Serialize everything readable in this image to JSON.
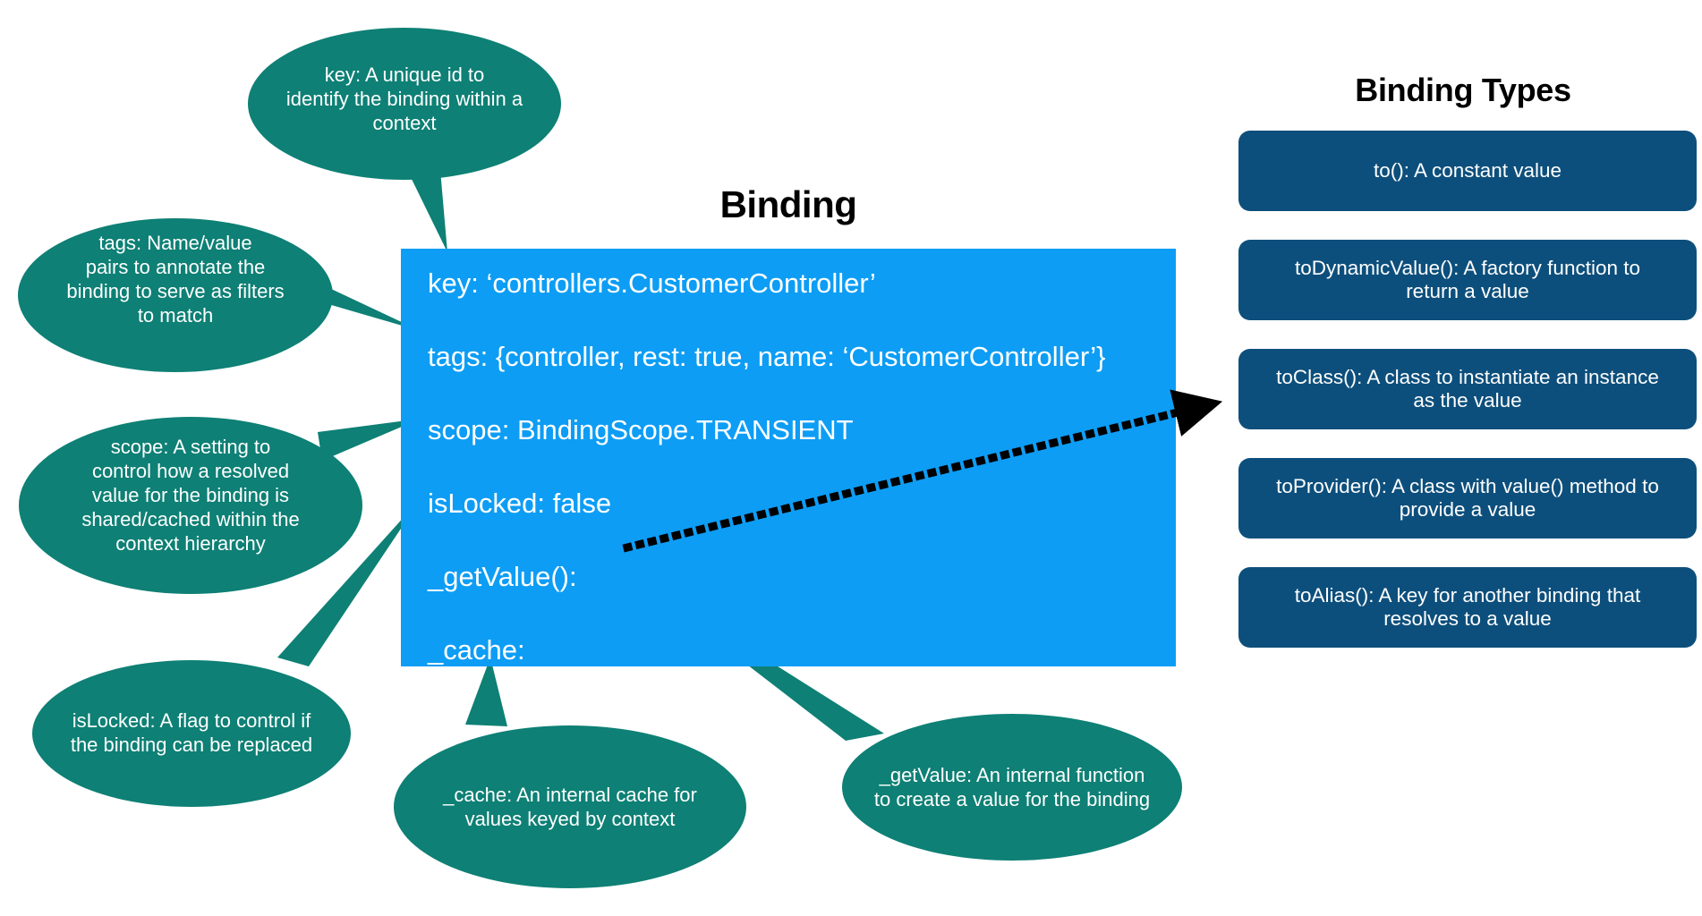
{
  "colors": {
    "callout_fill": "#0E8075",
    "binding_box": "#0D9DF5",
    "type_card": "#0D4F7C",
    "text_light": "#FFFFFF",
    "text_dark": "#000000",
    "arrow": "#000000"
  },
  "binding": {
    "title": "Binding",
    "fields": [
      "key: ‘controllers.CustomerController’",
      "tags: {controller, rest: true, name: ‘CustomerController’}",
      "scope: BindingScope.TRANSIENT",
      "isLocked: false",
      "_getValue():",
      "_cache:"
    ]
  },
  "callouts": [
    {
      "id": "key",
      "lines": [
        "key: A unique id to",
        "identify the binding within a",
        "context"
      ]
    },
    {
      "id": "tags",
      "lines": [
        "tags: Name/value",
        "pairs to annotate the",
        "binding to serve as filters",
        "to match"
      ]
    },
    {
      "id": "scope",
      "lines": [
        "scope: A setting to",
        "control how a resolved",
        "value for the binding is",
        "shared/cached within the",
        "context hierarchy"
      ]
    },
    {
      "id": "isLocked",
      "lines": [
        "isLocked: A flag to control if",
        "the binding can be replaced"
      ]
    },
    {
      "id": "cache",
      "lines": [
        "_cache: An internal cache for",
        "values keyed by context"
      ]
    },
    {
      "id": "getValue",
      "lines": [
        "_getValue: An internal function",
        "to create a value for the binding"
      ]
    }
  ],
  "binding_types": {
    "title": "Binding Types",
    "items": [
      {
        "lines": [
          "to(): A constant value"
        ]
      },
      {
        "lines": [
          "toDynamicValue(): A factory function to",
          "return a value"
        ]
      },
      {
        "lines": [
          "toClass(): A class to instantiate an instance",
          "as the value"
        ]
      },
      {
        "lines": [
          "toProvider(): A class with value() method to",
          "provide a value"
        ]
      },
      {
        "lines": [
          "toAlias(): A key for another binding that",
          "resolves to a value"
        ]
      }
    ]
  }
}
